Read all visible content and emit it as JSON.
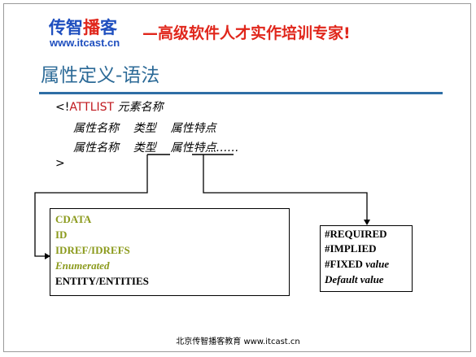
{
  "header": {
    "brand_part1": "传智",
    "brand_part2": "播",
    "brand_part3": "客",
    "brand_url": "www.itcast.cn",
    "slogan": "—高级软件人才实作培训专家!"
  },
  "title": "属性定义-语法",
  "syntax": {
    "line1_open": "<!",
    "line1_keyword": "ATTLIST",
    "line1_rest": " 元素名称",
    "line2": "属性名称    类型    属性特点",
    "line3": "属性名称    类型    属性特点……",
    "line4": ">"
  },
  "types_box": {
    "items": [
      "CDATA",
      "ID",
      "IDREF/IDREFS",
      "Enumerated",
      "ENTITY/ENTITIES"
    ]
  },
  "features_box": {
    "line1": "#REQUIRED",
    "line2": "#IMPLIED",
    "line3_prefix": "#FIXED ",
    "line3_value": "value",
    "line4": "Default value"
  },
  "footer": "北京传智播客教育 www.itcast.cn",
  "colors": {
    "brand_blue": "#1f4fbf",
    "brand_red": "#e0261b",
    "title_blue": "#2c6a97",
    "rule_blue": "#2e6ea5",
    "type_green": "#8b9a1c"
  }
}
